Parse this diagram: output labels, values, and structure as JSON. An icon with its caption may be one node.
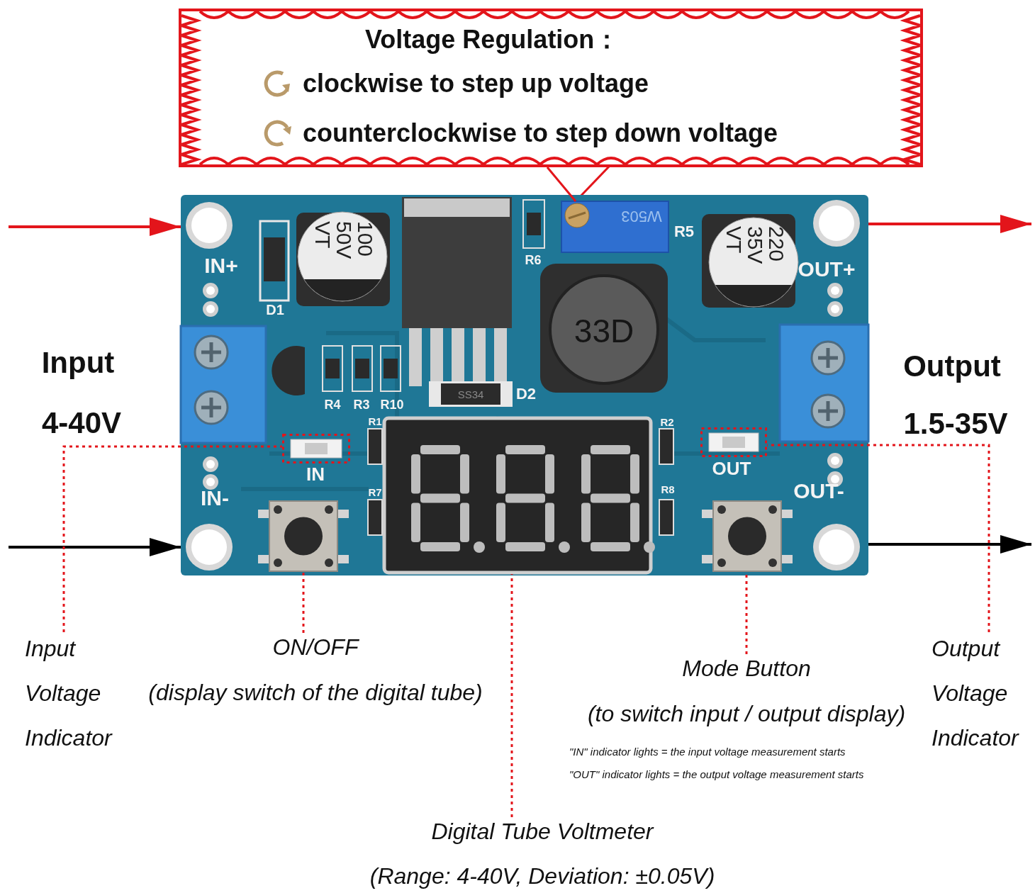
{
  "diagram": {
    "nodes": [
      {
        "text": [
          "Voltage Regulation：",
          "clockwise to step up voltage",
          "counterclockwise to step down voltage"
        ]
      },
      {
        "text": [],
        "shape": "picture"
      },
      {
        "text": [],
        "shape": "picture",
        "in": 1
      },
      {
        "text": [],
        "shape": "picture",
        "in": 1
      },
      {
        "text": [],
        "shape": "picture",
        "in": 1
      },
      {
        "text": [],
        "shape": "picture",
        "in": 1
      },
      {
        "text": [],
        "shape": "picture",
        "in": 1
      },
      {
        "text": [],
        "shape": "picture",
        "in": 1
      },
      {
        "text": [
          "Input Voltage Indicator"
        ]
      },
      {
        "text": [
          "ON/OFF",
          "(display switch of the digital tube)"
        ]
      },
      {
        "text": [
          "Mode Button",
          "(to switch input / output display)"
        ]
      },
      {
        "text": [
          "Output Voltage Indicator"
        ]
      },
      {
        "text": [
          "Digital Tube Voltmeter",
          "(Range: 4-40V, Deviation: ±0.05V)"
        ]
      }
    ],
    "edges": [
      {
        "from": 0,
        "to": 2,
        "arrow": "none"
      },
      {
        "from": null,
        "to": 1,
        "arrow": "to"
      },
      {
        "from": null,
        "to": 1,
        "arrow": "to",
        "color": "#000000"
      },
      {
        "from": 1,
        "to": null,
        "arrow": "to"
      },
      {
        "from": 1,
        "to": null,
        "arrow": "to",
        "color": "#000000"
      },
      {
        "from": 8,
        "to": 3,
        "arrow": "none",
        "style": "dashed"
      },
      {
        "from": 9,
        "to": 4,
        "arrow": "none",
        "style": "dashed"
      },
      {
        "from": 12,
        "to": 5,
        "arrow": "none",
        "style": "dashed"
      },
      {
        "from": 10,
        "to": 6,
        "arrow": "none",
        "style": "dashed"
      },
      {
        "from": 11,
        "to": 7,
        "arrow": "none",
        "style": "dashed"
      }
    ],
    "labels": [
      "Input",
      "4-40V",
      "Output",
      "1.5-35V",
      "IN+",
      "D1",
      "100 50V VT",
      "R6",
      "W503",
      "R5",
      "220 35V VT",
      "OUT+",
      "R4",
      "R3",
      "R10",
      "33D",
      "SS34",
      "D2",
      "R1",
      "R2",
      "IN",
      "OUT",
      "IN-",
      "OUT-",
      "R7",
      "R8",
      "\"IN\" indicator lights = the input voltage measurement starts",
      "\"OUT\" indicator lights = the output voltage measurement starts"
    ]
  }
}
